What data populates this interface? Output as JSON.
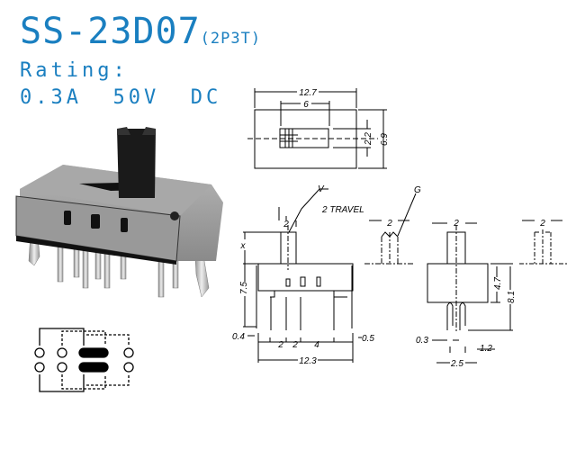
{
  "header": {
    "model": "SS-23D07",
    "config": "(2P3T)",
    "rating_label": "Rating:",
    "rating_value": "0.3A  50V  DC"
  },
  "colors": {
    "accent": "#1a7fc0",
    "line": "#000000",
    "body": "#9a9a9a"
  },
  "drawing": {
    "top_view": {
      "width": "12.7",
      "slot": "6",
      "actuator_width": "2.2",
      "height": "6.9"
    },
    "side_view": {
      "v_label": "V",
      "travel": "2 TRAVEL",
      "actuator": "2",
      "x_label": "x",
      "body_height": "7.5",
      "pin_left": "0.4",
      "pin_right": "0.5",
      "pitch1": "2",
      "pitch2": "2",
      "pitch3": "4",
      "length": "12.3"
    },
    "g_view": {
      "g_label": "G",
      "width": "2"
    },
    "front_view": {
      "actuator": "2",
      "body": "4.7",
      "total": "8.1",
      "pin": "0.3",
      "gap": "1.2",
      "pitch": "2.5"
    },
    "end_view": {
      "width": "2"
    }
  }
}
